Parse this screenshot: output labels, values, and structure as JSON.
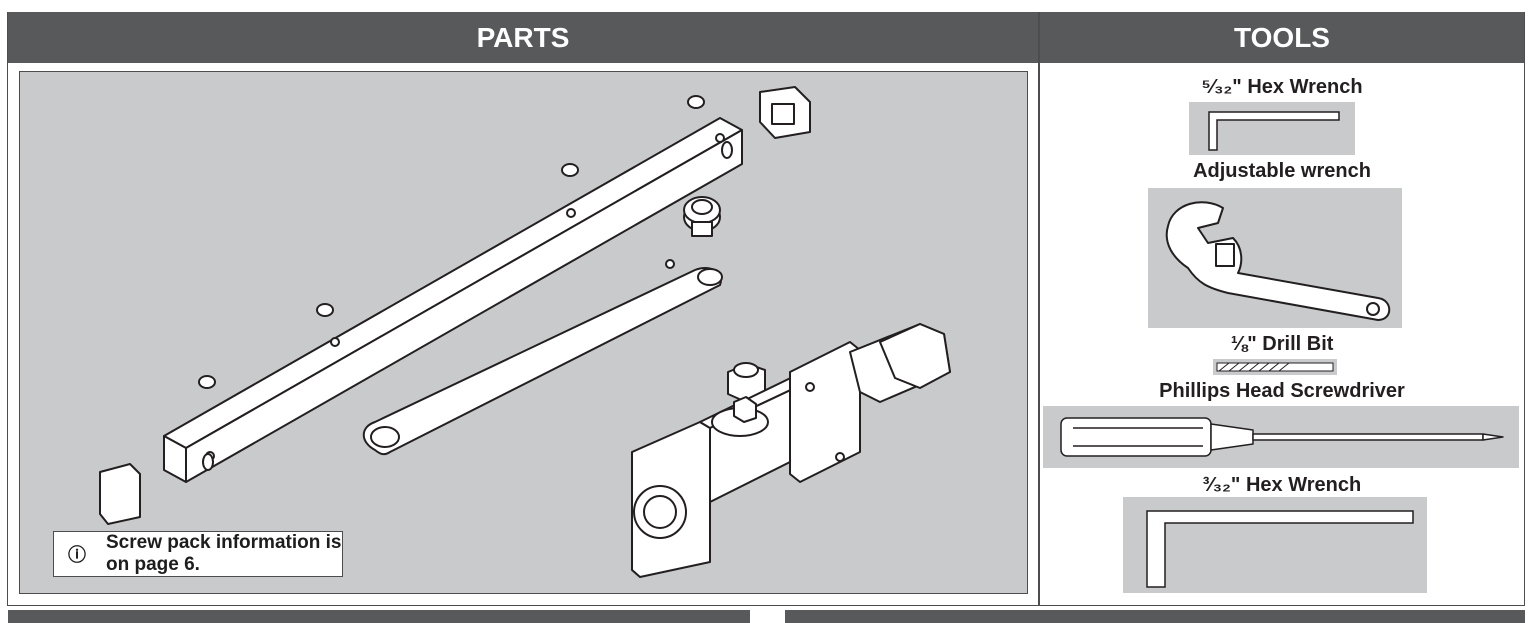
{
  "parts": {
    "title": "PARTS",
    "note_icon": "info-circle-icon",
    "note_text": "Screw pack information is on page 6."
  },
  "tools": {
    "title": "TOOLS",
    "items": [
      {
        "label": "⁵⁄₃₂\" Hex Wrench",
        "icon": "hex-wrench-icon"
      },
      {
        "label": "Adjustable wrench",
        "icon": "adjustable-wrench-icon"
      },
      {
        "label": "⅛\" Drill Bit",
        "icon": "drill-bit-icon"
      },
      {
        "label": "Phillips Head Screwdriver",
        "icon": "screwdriver-icon"
      },
      {
        "label": "³⁄₃₂\" Hex Wrench",
        "icon": "hex-wrench-icon"
      }
    ]
  },
  "colors": {
    "header_bg": "#58595b",
    "panel_bg": "#c9cacc",
    "border": "#4d4d4f"
  }
}
